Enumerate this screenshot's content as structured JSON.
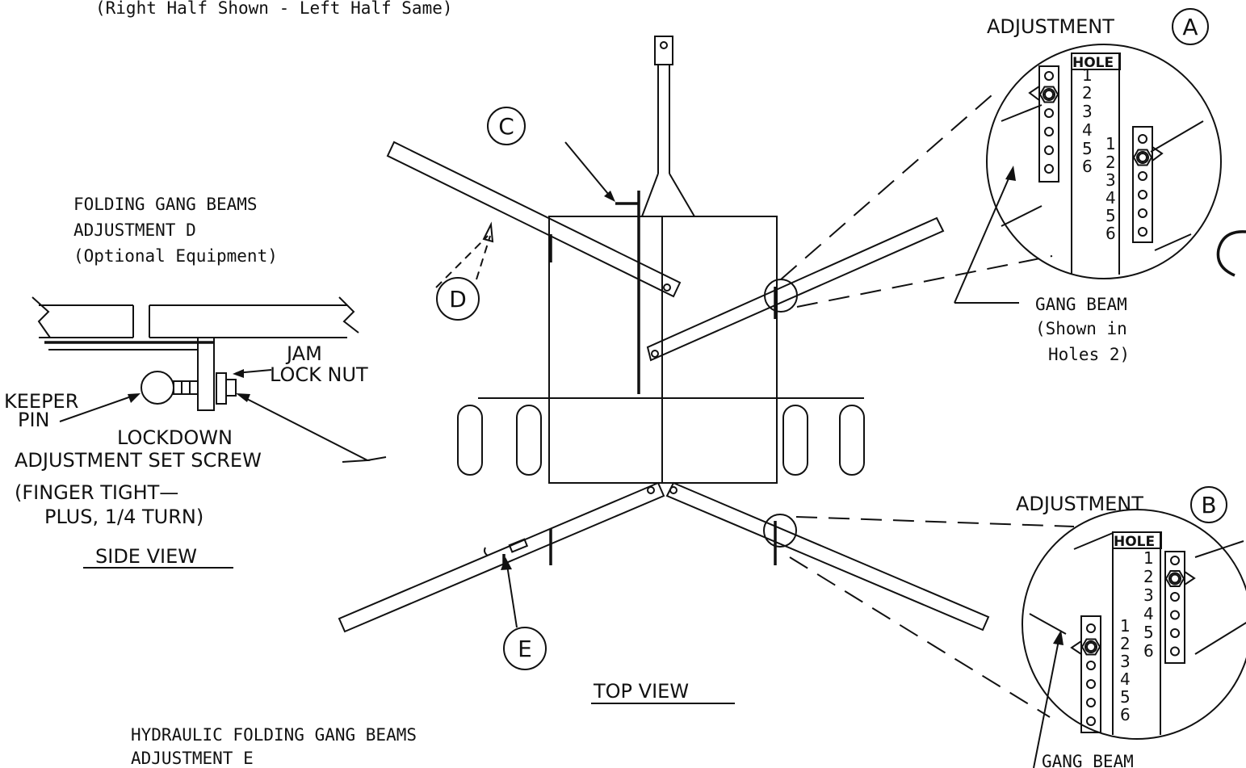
{
  "header_note": "(Right Half Shown - Left Half Same)",
  "callouts": {
    "a": "A",
    "b": "B",
    "c": "C",
    "d": "D",
    "e": "E"
  },
  "adjustment_a": {
    "label": "ADJUSTMENT",
    "hole_header": "HOLE",
    "left_holes": [
      "1",
      "2",
      "3",
      "4",
      "5",
      "6"
    ],
    "right_holes": [
      "1",
      "2",
      "3",
      "4",
      "5",
      "6"
    ],
    "beam_label": [
      "GANG BEAM",
      "(Shown in",
      "Holes 2)"
    ]
  },
  "adjustment_b": {
    "label": "ADJUSTMENT",
    "hole_header": "HOLE",
    "right_holes": [
      "1",
      "2",
      "3",
      "4",
      "5",
      "6"
    ],
    "left_holes": [
      "1",
      "2",
      "3",
      "4",
      "5",
      "6"
    ],
    "beam_label": "GANG BEAM"
  },
  "folding": {
    "title_lines": [
      "FOLDING GANG BEAMS",
      "ADJUSTMENT D",
      "(Optional Equipment)"
    ],
    "jam_lock_nut": [
      "JAM",
      "LOCK NUT"
    ],
    "keeper_pin": [
      "KEEPER",
      "PIN"
    ],
    "lockdown": [
      "LOCKDOWN",
      "ADJUSTMENT SET SCREW"
    ],
    "finger_tight": [
      "(FINGER TIGHT—",
      "PLUS, 1/4 TURN)"
    ],
    "side_view": "SIDE VIEW"
  },
  "top_view": "TOP VIEW",
  "hydraulic": [
    "HYDRAULIC FOLDING GANG BEAMS",
    "ADJUSTMENT E"
  ]
}
